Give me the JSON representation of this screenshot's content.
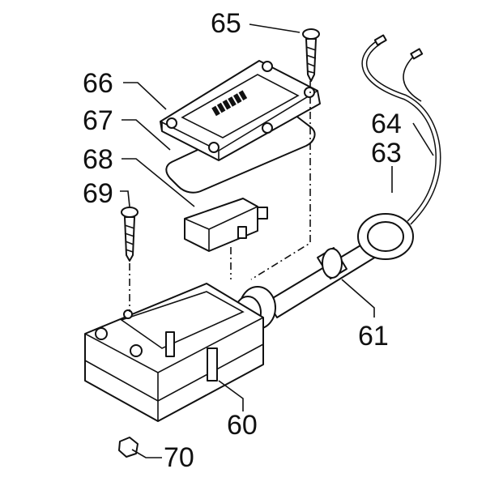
{
  "labels": {
    "p60": "60",
    "p61": "61",
    "p63": "63",
    "p64": "64",
    "p65": "65",
    "p66": "66",
    "p67": "67",
    "p68": "68",
    "p69": "69",
    "p70": "70"
  }
}
